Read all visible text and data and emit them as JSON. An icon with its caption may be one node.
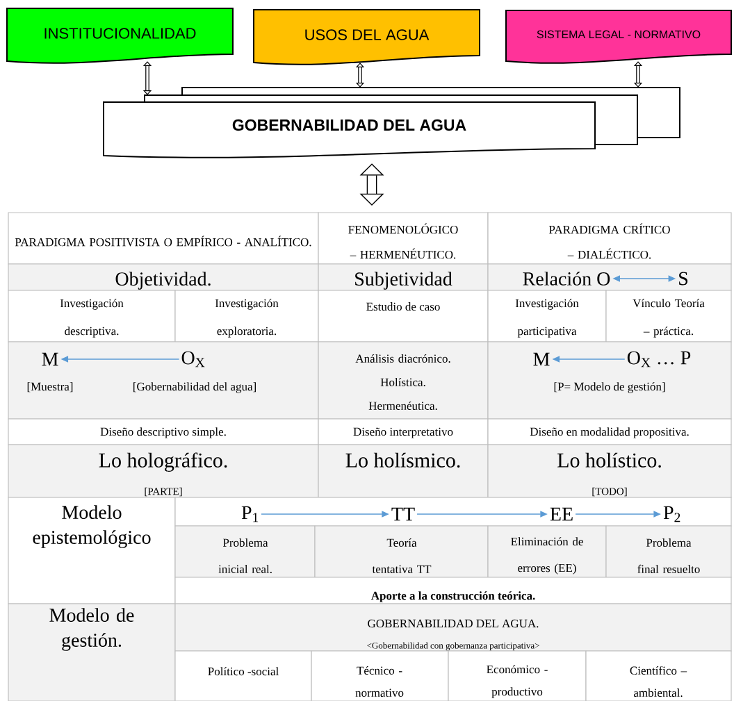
{
  "diagram": {
    "nodes": [
      {
        "text": [
          "INSTITUCIONALIDAD"
        ]
      },
      {
        "text": [
          "USOS DEL AGUA"
        ]
      },
      {
        "text": [
          "SISTEMA LEGAL - NORMATIVO"
        ]
      },
      {
        "text": [
          "GOBERNABILIDAD DEL AGUA"
        ]
      },
      {
        "text": [
          "Relación O"
        ]
      },
      {
        "text": [
          "S"
        ]
      },
      {
        "text": [
          "M"
        ]
      },
      {
        "text": [
          "O$_{X}$"
        ]
      },
      {
        "text": [
          "M"
        ]
      },
      {
        "text": [
          "O$_{X}$ … P"
        ]
      },
      {
        "text": [
          "P$_{1}$"
        ]
      },
      {
        "text": [
          "TT"
        ]
      },
      {
        "text": [
          "EE"
        ]
      },
      {
        "text": [
          "P$_{2}$"
        ]
      }
    ],
    "edges": [
      {
        "from": 0,
        "to": 3,
        "arrow": "both",
        "style": "thick",
        "color": "#000000"
      },
      {
        "from": 1,
        "to": 3,
        "arrow": "both",
        "style": "thick",
        "color": "#000000"
      },
      {
        "from": 2,
        "to": 3,
        "arrow": "both",
        "style": "thick",
        "color": "#000000"
      },
      {
        "from": 3,
        "to": null,
        "arrow": "both",
        "style": "thick",
        "color": "#000000"
      },
      {
        "from": 4,
        "to": 5,
        "arrow": "both",
        "color": "#5b9bd5"
      },
      {
        "from": 7,
        "to": 6,
        "arrow": "to",
        "color": "#5b9bd5"
      },
      {
        "from": 9,
        "to": 8,
        "arrow": "to",
        "color": "#5b9bd5"
      },
      {
        "from": 10,
        "to": 11,
        "arrow": "to",
        "color": "#5b9bd5"
      },
      {
        "from": 11,
        "to": 12,
        "arrow": "to",
        "color": "#5b9bd5"
      },
      {
        "from": 12,
        "to": 13,
        "arrow": "to",
        "color": "#5b9bd5"
      }
    ],
    "labels": [
      "PARADIGMA POSITIVISTA O EMPÍRICO - ANALÍTICO.",
      "FENOMENOLÓGICO – HERMENÉUTICO.",
      "PARADIGMA CRÍTICO – DIALÉCTICO.",
      "Objetividad.",
      "Subjetividad",
      "Investigación descriptiva.",
      "Investigación exploratoria.",
      "Estudio de caso",
      "Investigación participativa",
      "Vínculo Teoría – práctica.",
      "[Muestra]",
      "[Gobernabilidad del agua]",
      "Análisis diacrónico. Holística. Hermenéutica.",
      "[P= Modelo de gestión]",
      "Diseño descriptivo simple.",
      "Diseño interpretativo",
      "Diseño en modalidad propositiva.",
      "Lo holográfico.",
      "Lo holísmico.",
      "Lo holístico.",
      "[PARTE]",
      "[TODO]",
      "Modelo epistemológico",
      "Problema inicial real.",
      "Teoría tentativa TT",
      "Eliminación de errores (EE)",
      "Problema final resuelto",
      "Aporte a la construcción teórica.",
      "Modelo de gestión.",
      "GOBERNABILIDAD DEL AGUA.",
      "<Gobernabilidad con gobernanza participativa>",
      "Político -social",
      "Técnico - normativo",
      "Económico - productivo",
      "Científico – ambiental."
    ]
  }
}
